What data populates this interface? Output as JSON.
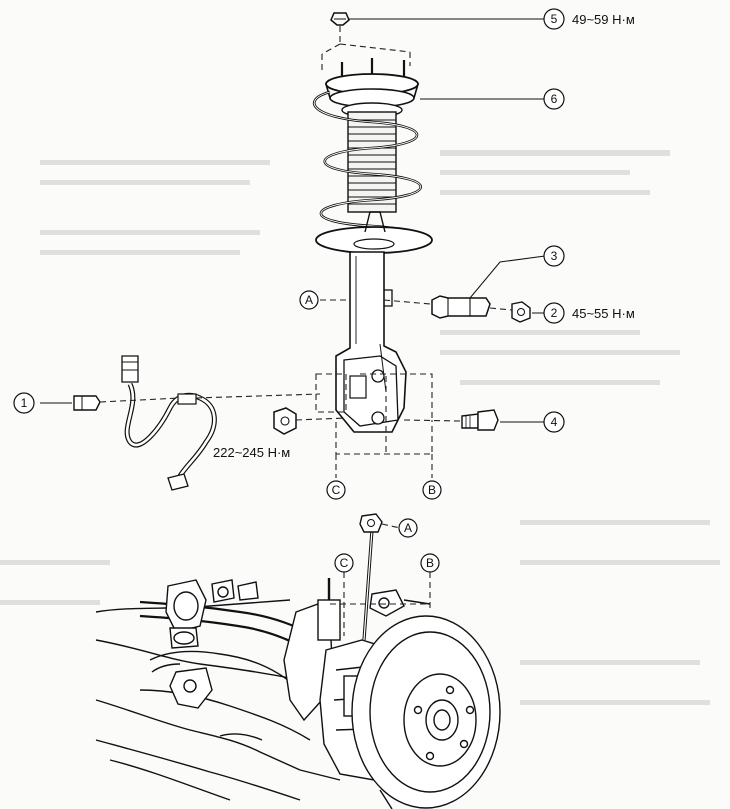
{
  "callouts": [
    {
      "num": "1"
    },
    {
      "num": "2",
      "torque": "45~55 Н·м"
    },
    {
      "num": "3"
    },
    {
      "num": "4"
    },
    {
      "num": "5",
      "torque": "49~59 Н·м"
    },
    {
      "num": "6"
    }
  ],
  "refs": {
    "a": "A",
    "b": "B",
    "c": "C"
  },
  "knuckle_nut_torque": "222~245 Н·м",
  "colors": {
    "ink": "#111111",
    "paper": "#fbfbfa",
    "bleed_through": "#c9c9c6"
  }
}
